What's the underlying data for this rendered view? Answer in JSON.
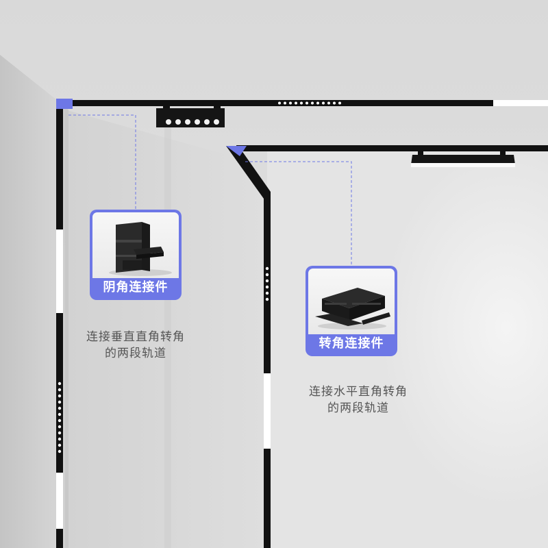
{
  "colors": {
    "accent": "#6d77e6",
    "track": "#111111",
    "light": "#ffffff",
    "wall_left": "#d3d3d3",
    "wall_back": "#e6e6e6",
    "ceiling": "#dcdcdc",
    "label_text": "#555555"
  },
  "callouts": [
    {
      "title": "阴角连接件",
      "description_line1": "连接垂直直角转角",
      "description_line2": "的两段轨道",
      "product_icon": "inside-corner-connector-photo"
    },
    {
      "title": "转角连接件",
      "description_line1": "连接水平直角转角",
      "description_line2": "的两段轨道",
      "product_icon": "corner-connector-photo"
    }
  ]
}
